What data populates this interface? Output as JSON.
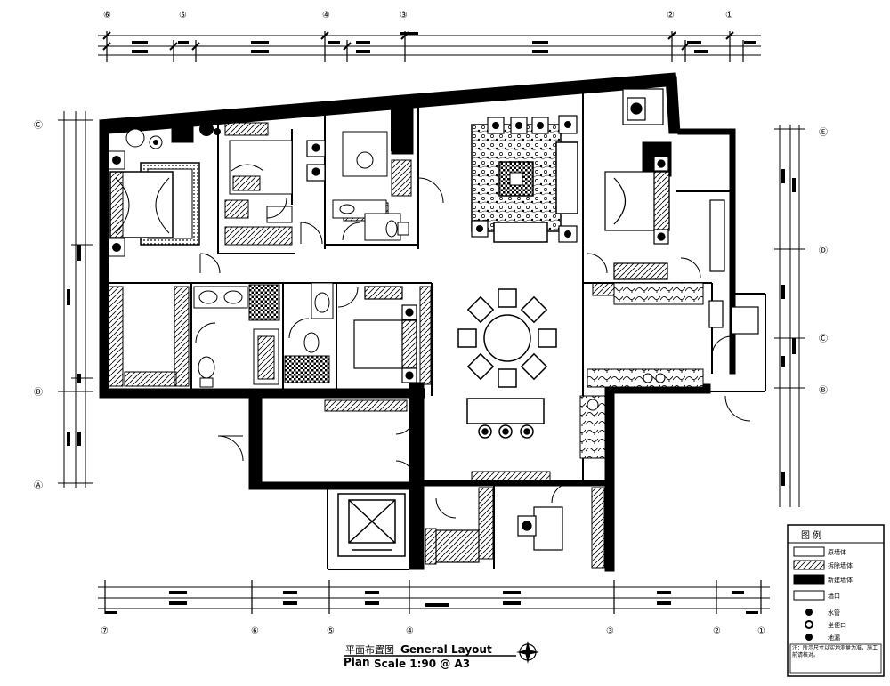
{
  "grid": {
    "top": [
      "⑥",
      "⑤",
      "④",
      "③",
      "②",
      "①"
    ],
    "bottom": [
      "⑦",
      "⑥",
      "⑤",
      "④",
      "③",
      "②",
      "①"
    ],
    "left": [
      "Ⓒ",
      "Ⓑ",
      "Ⓐ"
    ],
    "right": [
      "Ⓔ",
      "Ⓓ",
      "Ⓒ",
      "Ⓑ"
    ]
  },
  "title": {
    "cn": "平面布置图",
    "en1": "General Layout",
    "en2": "Plan",
    "scale": "Scale 1:90 @ A3"
  },
  "legend": {
    "title": "图 例",
    "items": [
      "原墙体",
      "拆除墙体",
      "新建墙体",
      "墙口",
      "水管",
      "坐便口",
      "地漏"
    ],
    "note": "注：所示尺寸以实地测量为准，施工前请核对。"
  }
}
